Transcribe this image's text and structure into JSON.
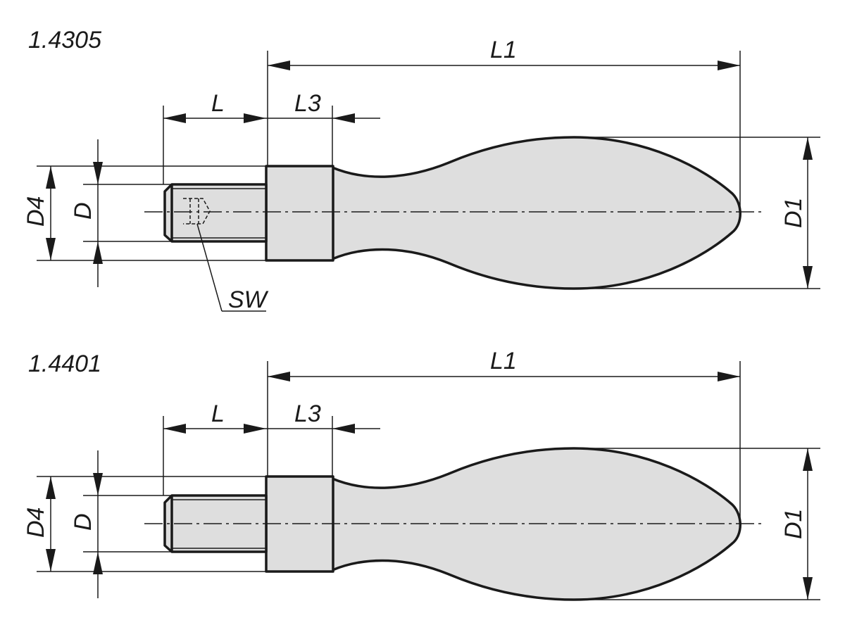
{
  "views": [
    {
      "material": "1.4305",
      "labels": {
        "L1": "L1",
        "L": "L",
        "L3": "L3",
        "D4": "D4",
        "D": "D",
        "D1": "D1",
        "SW": "SW"
      }
    },
    {
      "material": "1.4401",
      "labels": {
        "L1": "L1",
        "L": "L",
        "L3": "L3",
        "D4": "D4",
        "D": "D",
        "D1": "D1"
      }
    }
  ],
  "colors": {
    "line": "#1a1a1a",
    "fill": "#dedede",
    "background": "#ffffff"
  }
}
